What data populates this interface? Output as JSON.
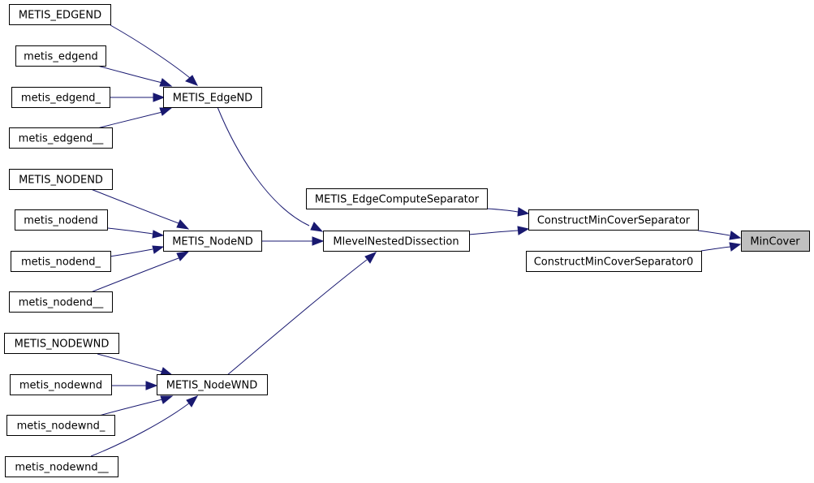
{
  "graph": {
    "colors": {
      "edge": "#191970",
      "highlight_fill": "#bfbfbf",
      "node_border": "#000000"
    },
    "nodes": {
      "n_METIS_EDGEND": "METIS_EDGEND",
      "n_metis_edgend": "metis_edgend",
      "n_metis_edgend_": "metis_edgend_",
      "n_metis_edgend__": "metis_edgend__",
      "n_METIS_EdgeND": "METIS_EdgeND",
      "n_METIS_NODEND": "METIS_NODEND",
      "n_metis_nodend": "metis_nodend",
      "n_metis_nodend_": "metis_nodend_",
      "n_metis_nodend__": "metis_nodend__",
      "n_METIS_NodeND": "METIS_NodeND",
      "n_METIS_NODEWND": "METIS_NODEWND",
      "n_metis_nodewnd": "metis_nodewnd",
      "n_metis_nodewnd_": "metis_nodewnd_",
      "n_metis_nodewnd__": "metis_nodewnd__",
      "n_METIS_NodeWND": "METIS_NodeWND",
      "n_MlevelNestedDissection": "MlevelNestedDissection",
      "n_METIS_EdgeComputeSeparator": "METIS_EdgeComputeSeparator",
      "n_ConstructMinCoverSeparator": "ConstructMinCoverSeparator",
      "n_ConstructMinCoverSeparator0": "ConstructMinCoverSeparator0",
      "n_MinCover": "MinCover"
    },
    "edges": [
      [
        "METIS_EDGEND",
        "METIS_EdgeND"
      ],
      [
        "metis_edgend",
        "METIS_EdgeND"
      ],
      [
        "metis_edgend_",
        "METIS_EdgeND"
      ],
      [
        "metis_edgend__",
        "METIS_EdgeND"
      ],
      [
        "METIS_EdgeND",
        "MlevelNestedDissection"
      ],
      [
        "METIS_NODEND",
        "METIS_NodeND"
      ],
      [
        "metis_nodend",
        "METIS_NodeND"
      ],
      [
        "metis_nodend_",
        "METIS_NodeND"
      ],
      [
        "metis_nodend__",
        "METIS_NodeND"
      ],
      [
        "METIS_NodeND",
        "MlevelNestedDissection"
      ],
      [
        "METIS_NODEWND",
        "METIS_NodeWND"
      ],
      [
        "metis_nodewnd",
        "METIS_NodeWND"
      ],
      [
        "metis_nodewnd_",
        "METIS_NodeWND"
      ],
      [
        "metis_nodewnd__",
        "METIS_NodeWND"
      ],
      [
        "METIS_NodeWND",
        "MlevelNestedDissection"
      ],
      [
        "MlevelNestedDissection",
        "ConstructMinCoverSeparator"
      ],
      [
        "METIS_EdgeComputeSeparator",
        "ConstructMinCoverSeparator"
      ],
      [
        "ConstructMinCoverSeparator",
        "MinCover"
      ],
      [
        "ConstructMinCoverSeparator0",
        "MinCover"
      ]
    ]
  }
}
